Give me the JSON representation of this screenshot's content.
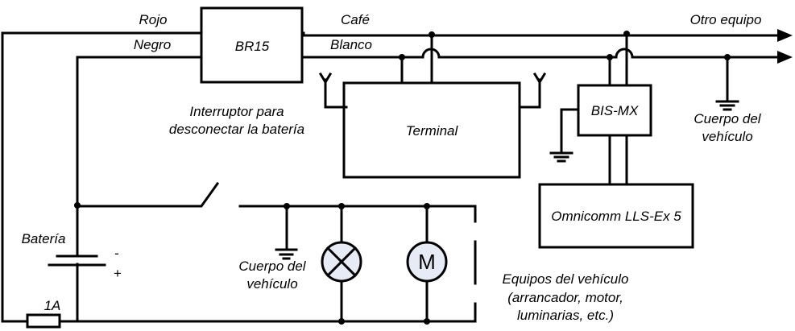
{
  "diagram": {
    "title": "Wiring diagram",
    "blocks": {
      "br15": "BR15",
      "terminal": "Terminal",
      "bis_mx": "BIS-MX",
      "lls": "Omnicomm LLS-Ex 5"
    },
    "wires": {
      "rojo": "Rojo",
      "negro": "Negro",
      "cafe": "Café",
      "blanco": "Blanco"
    },
    "labels": {
      "otro_equipo": "Otro equipo",
      "switch_line1": "Interruptor para",
      "switch_line2": "desconectar la batería",
      "body_right_line1": "Cuerpo del",
      "body_right_line2": "vehículo",
      "body_left_line1": "Cuerpo del",
      "body_left_line2": "vehículo",
      "battery": "Batería",
      "minus": "-",
      "plus": "+",
      "fuse": "1A",
      "motor": "M",
      "equip_line1": "Equipos del vehículo",
      "equip_line2": "(arrancador, motor,",
      "equip_line3": "luminarias, etc.)"
    },
    "colors": {
      "line": "#000000",
      "component_fill": "#e6ebf5"
    }
  }
}
